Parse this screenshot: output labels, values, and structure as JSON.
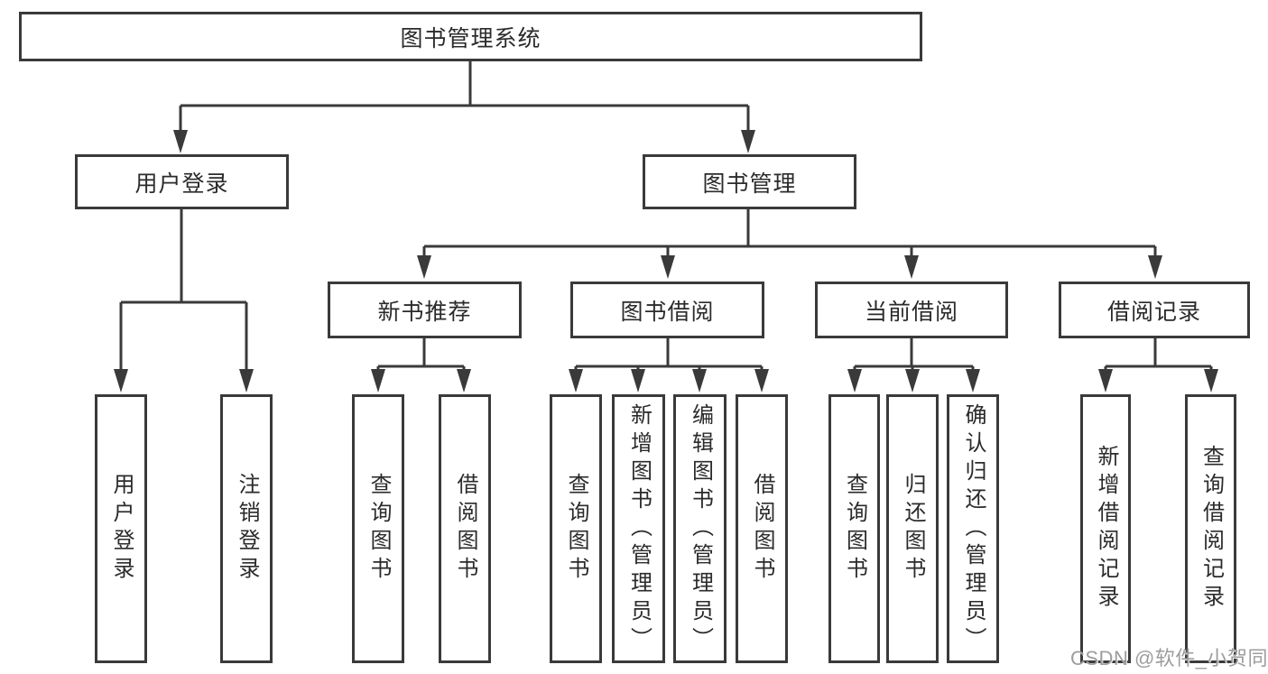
{
  "colors": {
    "line": "#3a3a3a",
    "text": "#2b2b2b",
    "background": "#ffffff",
    "watermark": "#9d9d9d"
  },
  "watermark": "CSDN @软件_小贺同学",
  "tree": {
    "root": "图书管理系统",
    "branches": [
      {
        "label": "用户登录",
        "leaves": [
          "用户登录",
          "注销登录"
        ]
      },
      {
        "label": "图书管理",
        "children": [
          {
            "label": "新书推荐",
            "leaves": [
              "查询图书",
              "借阅图书"
            ]
          },
          {
            "label": "图书借阅",
            "leaves": [
              "查询图书",
              "新增图书（管理员）",
              "编辑图书（管理员）",
              "借阅图书"
            ]
          },
          {
            "label": "当前借阅",
            "leaves": [
              "查询图书",
              "归还图书",
              "确认归还（管理员）"
            ]
          },
          {
            "label": "借阅记录",
            "leaves": [
              "新增借阅记录",
              "查询借阅记录"
            ]
          }
        ]
      }
    ]
  }
}
